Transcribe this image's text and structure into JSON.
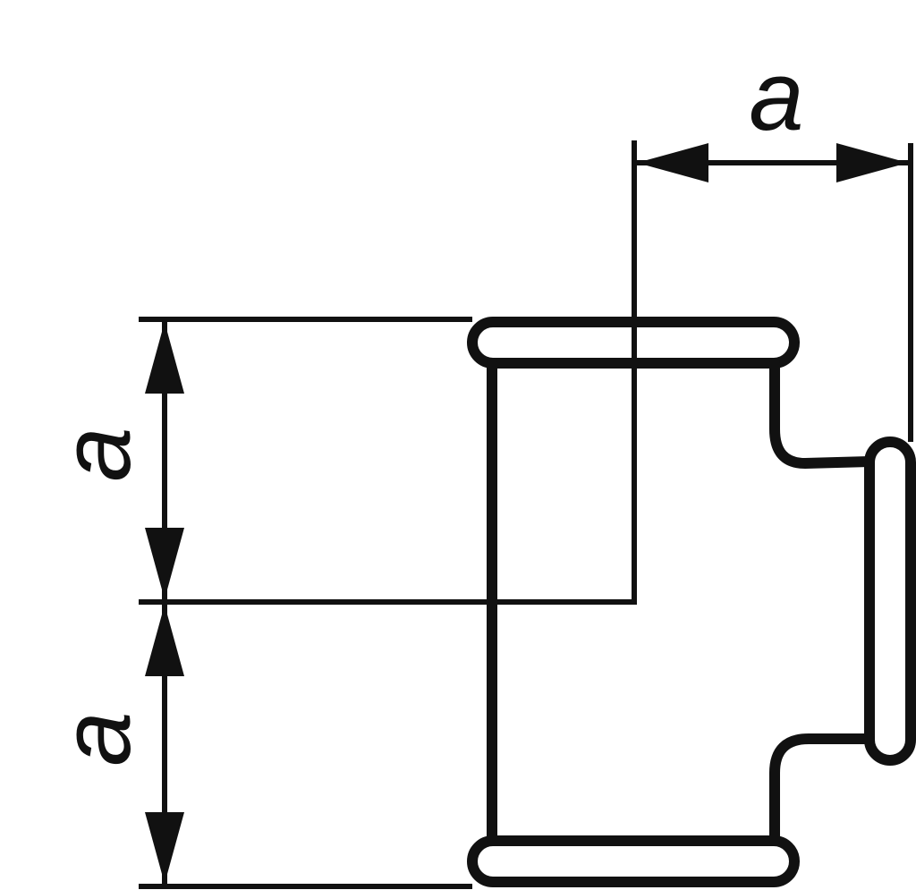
{
  "diagram": {
    "dimensions": [
      {
        "name": "branch-offset",
        "label": "a"
      },
      {
        "name": "upper-run-offset",
        "label": "a"
      },
      {
        "name": "lower-run-offset",
        "label": "a"
      }
    ],
    "colors": {
      "stroke": "#111111",
      "background": "#ffffff"
    }
  }
}
